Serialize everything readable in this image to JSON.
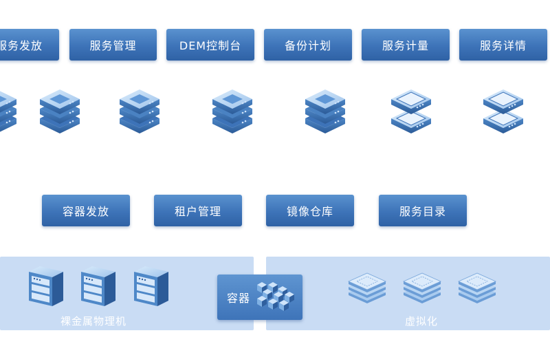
{
  "top_row": [
    {
      "label": "服务发放"
    },
    {
      "label": "服务管理"
    },
    {
      "label": "DEM控制台"
    },
    {
      "label": "备份计划"
    },
    {
      "label": "服务计量"
    },
    {
      "label": "服务详情"
    }
  ],
  "middle_row": [
    {
      "label": "容器发放"
    },
    {
      "label": "租户管理"
    },
    {
      "label": "镜像仓库"
    },
    {
      "label": "服务目录"
    }
  ],
  "bottom": {
    "baremetal_label": "裸金属物理机",
    "container_label": "容器",
    "virtualization_label": "虚拟化"
  },
  "icons": {
    "server_stack": "server-stack-icon",
    "server_pair": "server-pair-icon",
    "rack_server": "rack-server-icon",
    "container_cubes": "container-cubes-icon",
    "virtual_machine": "virtual-machine-icon"
  },
  "colors": {
    "button": "#3d73b8",
    "panel": "#c9dcf4",
    "icon_dark": "#2f5f9e",
    "icon_light": "#a9cbef"
  }
}
